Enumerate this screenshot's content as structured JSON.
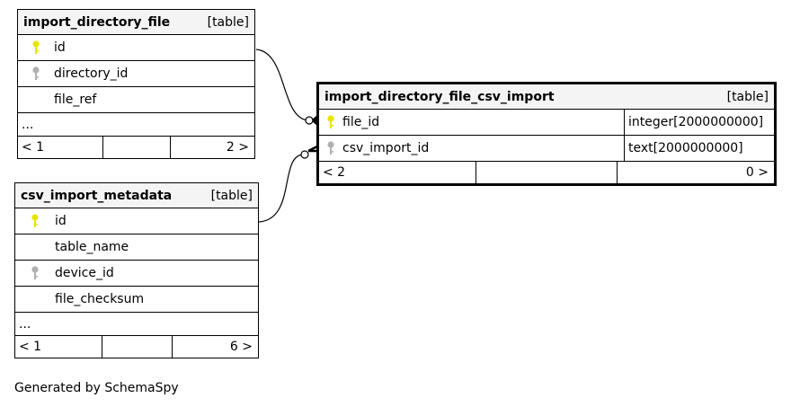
{
  "colors": {
    "primary_key": "#e6e600",
    "foreign_key": "#b0b0b0",
    "header_bg": "#f4f4f4",
    "line": "#000000"
  },
  "tables": {
    "import_directory_file": {
      "name": "import_directory_file",
      "kind": "[table]",
      "columns": [
        {
          "name": "id",
          "key": "primary-key-icon"
        },
        {
          "name": "directory_id",
          "key": "foreign-key-icon"
        },
        {
          "name": "file_ref",
          "key": ""
        }
      ],
      "ellipsis": "...",
      "nav_prev": "< 1",
      "nav_next": "2 >"
    },
    "csv_import_metadata": {
      "name": "csv_import_metadata",
      "kind": "[table]",
      "columns": [
        {
          "name": "id",
          "key": "primary-key-icon"
        },
        {
          "name": "table_name",
          "key": ""
        },
        {
          "name": "device_id",
          "key": "foreign-key-icon"
        },
        {
          "name": "file_checksum",
          "key": ""
        }
      ],
      "ellipsis": "...",
      "nav_prev": "< 1",
      "nav_next": "6 >"
    },
    "import_directory_file_csv_import": {
      "name": "import_directory_file_csv_import",
      "kind": "[table]",
      "columns": [
        {
          "name": "file_id",
          "type": "integer[2000000000]",
          "key": "primary-key-icon"
        },
        {
          "name": "csv_import_id",
          "type": "text[2000000000]",
          "key": "foreign-key-icon"
        }
      ],
      "nav_prev": "< 2",
      "nav_next": "0 >"
    }
  },
  "footer": {
    "generated_by": "Generated by SchemaSpy"
  }
}
